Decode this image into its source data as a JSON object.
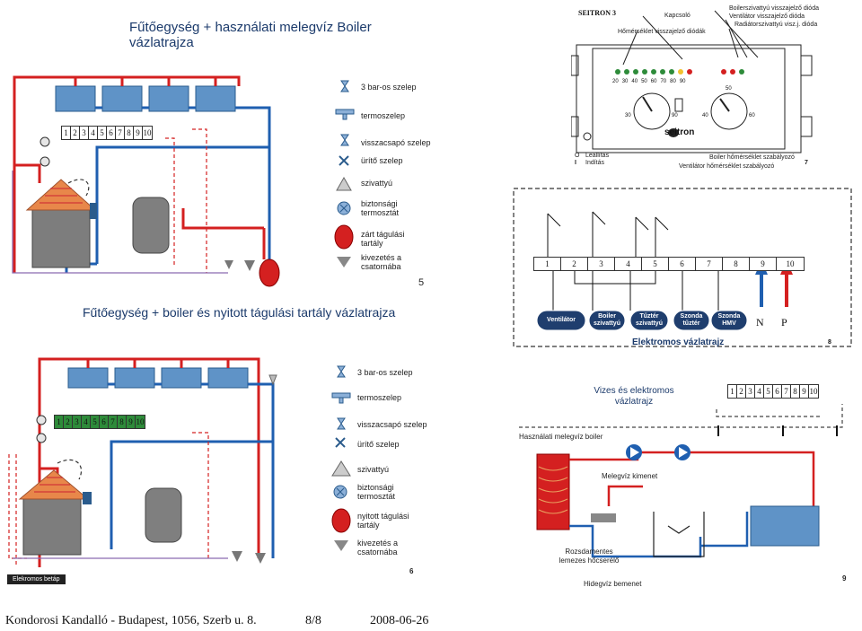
{
  "top_left": {
    "title": "Fűtőegység + használati melegvíz Boiler vázlatrajza",
    "legend": [
      "3 bar-os szelep",
      "termoszelep",
      "visszacsapó szelep",
      "ürítő szelep",
      "szivattyú",
      "biztonsági termosztát",
      "zárt tágulási tartály",
      "kivezetés a csatornába"
    ],
    "strip": [
      "1",
      "2",
      "3",
      "4",
      "5",
      "6",
      "7",
      "8",
      "9",
      "10"
    ],
    "page_no": "5"
  },
  "top_right": {
    "brand": "SEITRON 3",
    "callouts": {
      "kapcsolo": "Kapcsoló",
      "homerseklet": "Hőmérséklet visszajelző diódák",
      "boiler_dioda": "Boilerszivattyú visszajelző dióda",
      "vent_dioda": "Ventilátor visszajelző dióda",
      "rad_dioda": "Radiátorszivattyú visz.j. dióda"
    },
    "scale_left": [
      "20",
      "30",
      "40",
      "50",
      "60",
      "70",
      "80",
      "90"
    ],
    "dial_left": [
      "30",
      "90"
    ],
    "dial_right": [
      "40",
      "50",
      "60"
    ],
    "logo": "seitron",
    "switch_o": "O",
    "switch_i": "I",
    "leallitas": "Leállítás",
    "inditas": "Indítás",
    "boiler_szab": "Boiler hőmérséklet szabályozó",
    "vent_szab": "Ventilátor hőmérséklet szabályozó",
    "page_no": "7"
  },
  "electric": {
    "strip": [
      "1",
      "2",
      "3",
      "4",
      "5",
      "6",
      "7",
      "8",
      "9",
      "10"
    ],
    "devices": [
      "Ventilátor",
      "Boiler szivattyú",
      "Tűztér szivattyú",
      "Szonda tűztér",
      "Szonda HMV"
    ],
    "n": "N",
    "p": "P",
    "caption": "Elektromos vázlatrajz",
    "page_no": "8"
  },
  "bottom_left": {
    "title": "Fűtőegység + boiler  és nyitott tágulási tartály vázlatrajza",
    "legend": [
      "3 bar-os szelep",
      "termoszelep",
      "visszacsapó szelep",
      "ürítő szelep",
      "szivattyú",
      "biztonsági termosztát",
      "nyitott tágulási tartály",
      "kivezetés a csatornába"
    ],
    "strip": [
      "1",
      "2",
      "3",
      "4",
      "5",
      "6",
      "7",
      "8",
      "9",
      "10"
    ],
    "elekromos_betap": "Elekromos betáp",
    "page_no": "6"
  },
  "bottom_right": {
    "title": "Vizes és elektromos vázlatrajz",
    "strip": [
      "1",
      "2",
      "3",
      "4",
      "5",
      "6",
      "7",
      "8",
      "9",
      "10"
    ],
    "boiler": "Használati melegvíz boiler",
    "melegviz": "Melegvíz kimenet",
    "rozsdamentes": "Rozsdamentes lemezes hőcserélő",
    "hidegviz": "Hidegvíz bemenet",
    "page_no": "9"
  },
  "footer": {
    "company": "Kondorosi Kandalló - Budapest, 1056, Szerb u. 8.",
    "page": "8/8",
    "date": "2008-06-26"
  },
  "colors": {
    "red": "#d42020",
    "blue": "#1f5fb0",
    "green": "#2e8b3a",
    "radiator": "#5f93c7",
    "tank": "#7f7f7f",
    "title": "#1b3a6b"
  }
}
